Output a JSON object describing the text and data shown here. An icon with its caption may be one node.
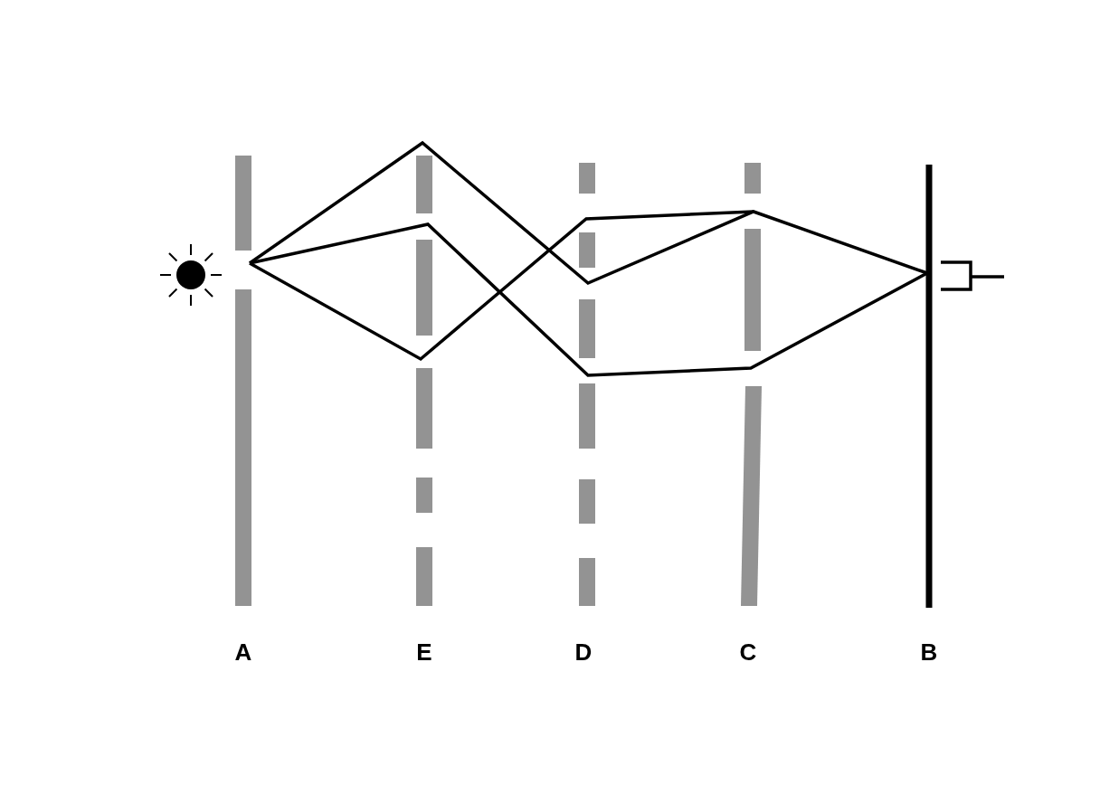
{
  "diagram": {
    "labels": [
      "A",
      "E",
      "D",
      "C",
      "B"
    ]
  }
}
